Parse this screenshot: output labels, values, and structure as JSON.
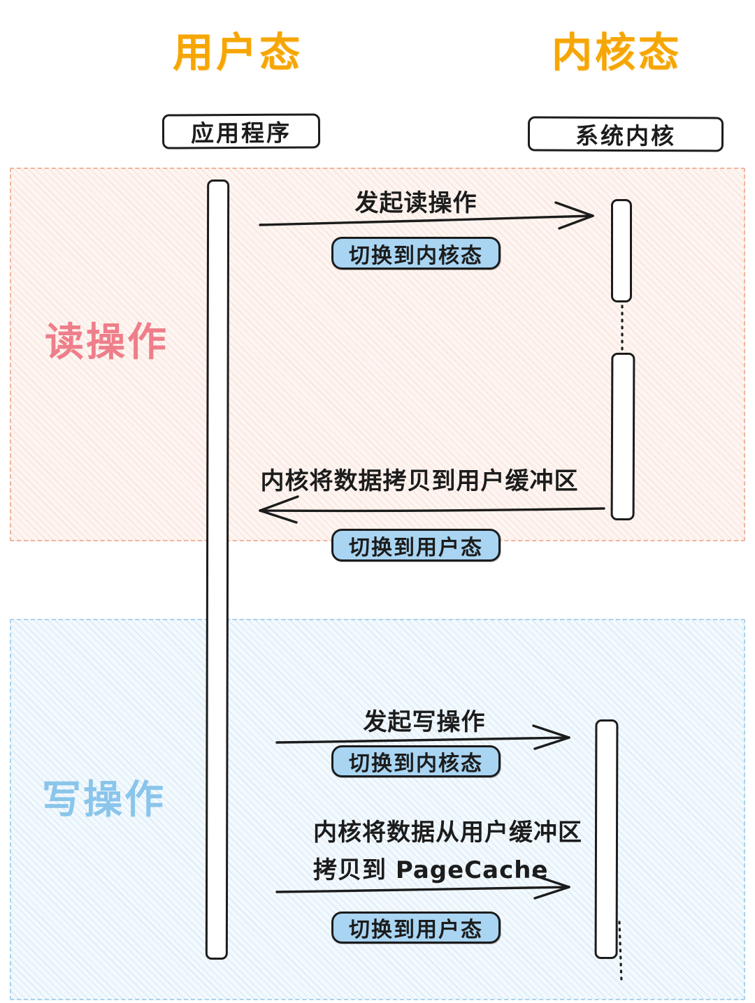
{
  "headers": {
    "user_mode": "用户态",
    "kernel_mode": "内核态"
  },
  "actors": {
    "application": "应用程序",
    "kernel": "系统内核"
  },
  "read_section": {
    "label": "读操作",
    "request_arrow_label": "发起读操作",
    "switch_to_kernel_badge": "切换到内核态",
    "return_arrow_label": "内核将数据拷贝到用户缓冲区",
    "switch_to_user_badge": "切换到用户态"
  },
  "write_section": {
    "label": "写操作",
    "request_arrow_label": "发起写操作",
    "switch_to_kernel_badge": "切换到内核态",
    "copy_arrow_label_line1": "内核将数据从用户缓冲区",
    "copy_arrow_label_line2": "拷贝到 PageCache",
    "switch_to_user_badge": "切换到用户态"
  },
  "colors": {
    "header_orange": "#F6A604",
    "read_pink": "#EE7E8A",
    "write_blue": "#8AC5EB",
    "badge_blue": "#A9D5F3",
    "stroke_dark": "#1C1C1C"
  }
}
